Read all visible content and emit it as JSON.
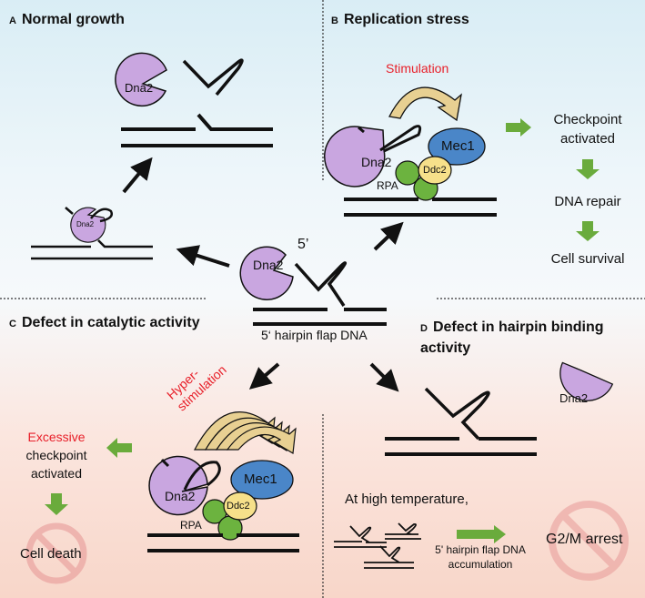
{
  "panels": {
    "a": {
      "letter": "A",
      "title": "Normal growth"
    },
    "b": {
      "letter": "B",
      "title": "Replication stress",
      "stimulation": "Stimulation",
      "steps": [
        "Checkpoint",
        "activated",
        "DNA repair",
        "Cell survival"
      ]
    },
    "c": {
      "letter": "C",
      "title": "Defect in catalytic activity",
      "hyper_line1": "Hyper-",
      "hyper_line2": "stimulation",
      "excessive": "Excessive",
      "checkpoint": "checkpoint",
      "activated": "activated",
      "outcome": "Cell death"
    },
    "d": {
      "letter": "D",
      "title_line1": "Defect in hairpin binding",
      "title_line2": "activity",
      "condition": "At high temperature,",
      "accum_line1": "5' hairpin flap DNA",
      "accum_line2": "accumulation",
      "outcome": "G2/M arrest"
    }
  },
  "center": {
    "five_prime": "5’",
    "caption": "5‘ hairpin flap DNA"
  },
  "labels": {
    "dna2": "Dna2",
    "mec1": "Mec1",
    "ddc2": "Ddc2",
    "rpa": "RPA"
  },
  "colors": {
    "dna2": "#c9a6e0",
    "mec1": "#4a86c8",
    "ddc2": "#f6e08a",
    "rpa": "#6cb33f",
    "green_arrow": "#6aab3c",
    "stim_arrow": "#e8d092",
    "red_text": "#e8202a",
    "prohibit": "#e89a98"
  }
}
